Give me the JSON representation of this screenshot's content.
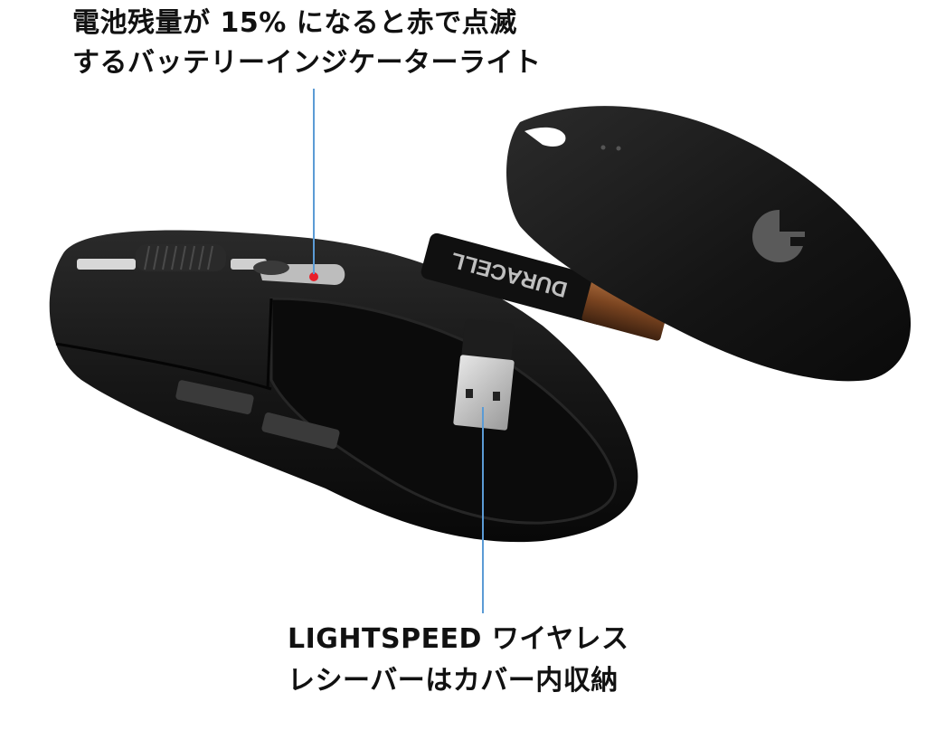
{
  "captions": {
    "battery_indicator": {
      "line1": "電池残量が 15% になると赤で点滅",
      "line2": "するバッテリーインジケーターライト"
    },
    "receiver_storage": {
      "line1": "LIGHTSPEED ワイヤレス",
      "line2": "レシーバーはカバー内収納"
    }
  },
  "product": {
    "battery_label": "DURACELL",
    "logo": "logitech-g-icon",
    "indicator_color": "#e8202a"
  },
  "colors": {
    "callout_line": "#5b9bd5",
    "mouse_body": "#151515",
    "battery_tip": "#8a4f24",
    "text": "#111111"
  }
}
